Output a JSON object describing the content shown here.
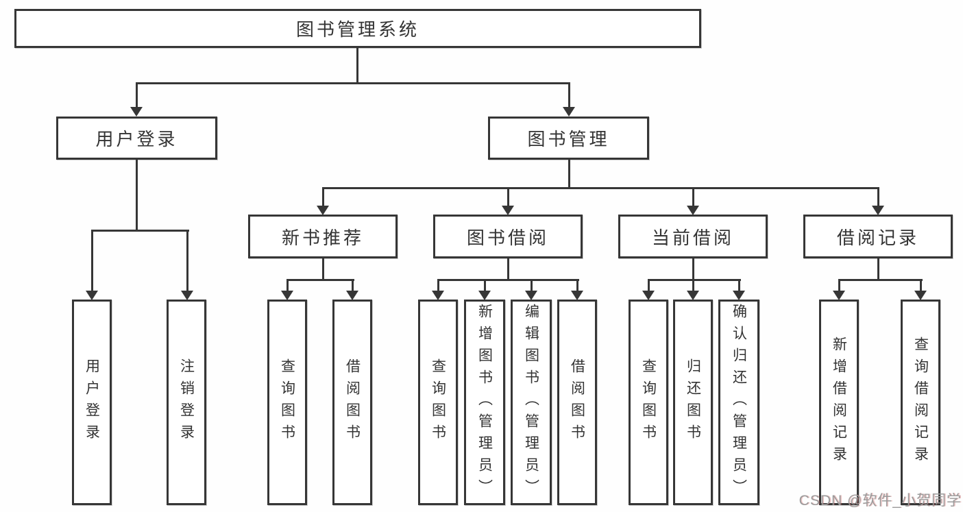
{
  "diagram": {
    "root": {
      "label": "图书管理系统"
    },
    "level2": [
      {
        "label": "用户登录"
      },
      {
        "label": "图书管理"
      }
    ],
    "level3": [
      {
        "label": "新书推荐"
      },
      {
        "label": "图书借阅"
      },
      {
        "label": "当前借阅"
      },
      {
        "label": "借阅记录"
      }
    ],
    "leaves": [
      {
        "label": "用户登录"
      },
      {
        "label": "注销登录"
      },
      {
        "label": "查询图书"
      },
      {
        "label": "借阅图书"
      },
      {
        "label": "查询图书"
      },
      {
        "label": "新增图书（管理员）"
      },
      {
        "label": "编辑图书（管理员）"
      },
      {
        "label": "借阅图书"
      },
      {
        "label": "查询图书"
      },
      {
        "label": "归还图书"
      },
      {
        "label": "确认归还（管理员）"
      },
      {
        "label": "新增借阅记录"
      },
      {
        "label": "查询借阅记录"
      }
    ],
    "watermark": "CSDN @软件_小贺同学",
    "colors": {
      "line": "#363636",
      "text": "#333333",
      "background": "#ffffff",
      "watermark": "#9b9b9b"
    }
  }
}
